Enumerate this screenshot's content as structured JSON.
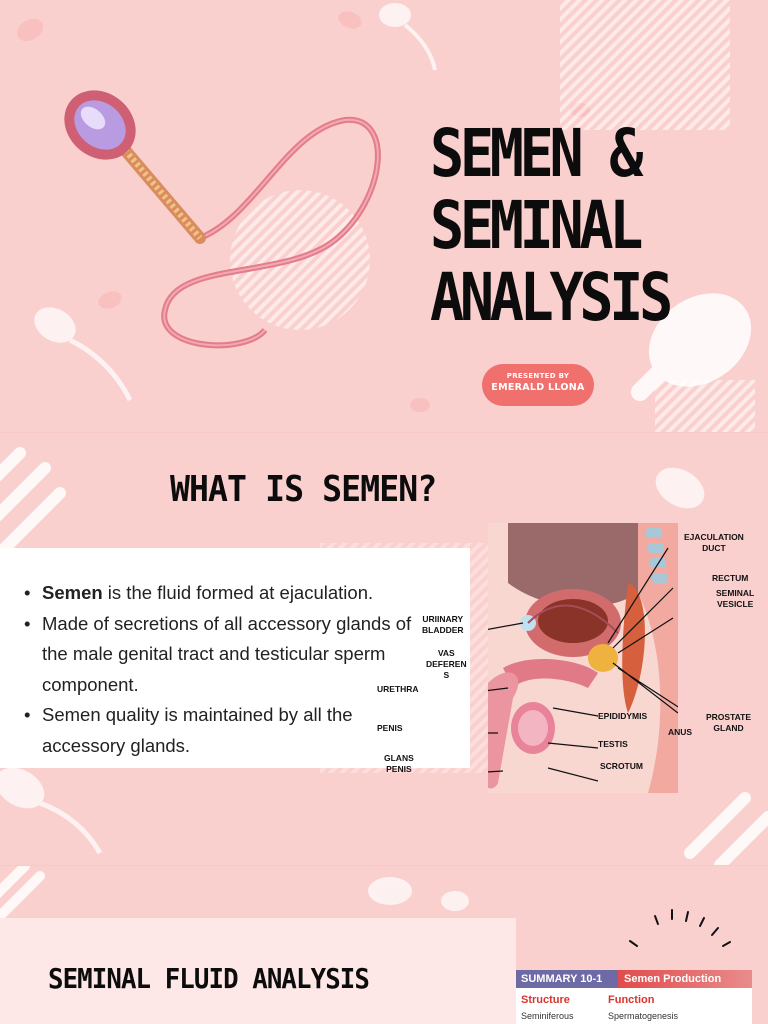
{
  "slide1": {
    "title_lines": [
      "SEMEN &",
      "SEMINAL",
      "ANALYSIS"
    ],
    "presented_by": "PRESENTED BY",
    "presenter_name": "EMERALD LLONA"
  },
  "slide2": {
    "title": "WHAT IS SEMEN?",
    "bullets": [
      {
        "bold": "Semen",
        "text": " is the fluid formed at ejaculation."
      },
      {
        "bold": "",
        "text": "Made of secretions of all accessory glands of the male genital tract and testicular sperm component."
      },
      {
        "bold": "",
        "text": "Semen quality is maintained by all the accessory glands."
      }
    ],
    "diagram_labels": {
      "ejaculation_duct": "EJACULATION\nDUCT",
      "rectum": "RECTUM",
      "seminal_vesicle": "SEMINAL\nVESICLE",
      "urinary_bladder": "URIINARY\nBLADDER",
      "vas_deferens": "VAS\nDEFEREN\nS",
      "urethra": "URETHRA",
      "penis": "PENIS",
      "glans_penis": "GLANS\nPENIS",
      "epididymis": "EPIDIDYMIS",
      "anus": "ANUS",
      "prostate_gland": "PROSTATE\nGLAND",
      "testis": "TESTIS",
      "scrotum": "SCROTUM"
    }
  },
  "slide3": {
    "title": "SEMINAL FLUID ANALYSIS",
    "summary_tag": "SUMMARY 10-1",
    "summary_title": "Semen Production",
    "col_structure": "Structure",
    "col_function": "Function",
    "row1_structure": "Seminiferous",
    "row1_function": "Spermatogenesis"
  },
  "colors": {
    "background": "#fad0cf",
    "accent": "#f0706e",
    "text": "#0c0c0c"
  }
}
